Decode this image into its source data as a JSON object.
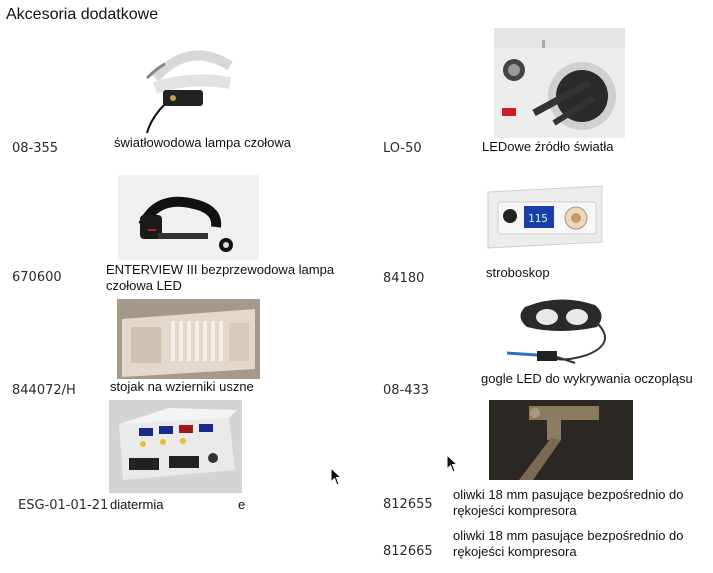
{
  "page": {
    "title": "Akcesoria dodatkowe"
  },
  "items": [
    {
      "code": "08-355",
      "desc": "światłowodowa lampa czołowa",
      "image_icon": "fiber-optic-headlamp"
    },
    {
      "code": "LO-50",
      "desc": "LEDowe źródło światła",
      "image_icon": "led-light-source"
    },
    {
      "code": "670600",
      "desc": "ENTERVIEW III  bezprzewodowa lampa czołowa LED",
      "image_icon": "wireless-led-headlamp"
    },
    {
      "code": "84180",
      "desc": "stroboskop",
      "image_icon": "stroboscope"
    },
    {
      "code": "844072/H",
      "desc": "stojak na wzierniki uszne",
      "image_icon": "speculum-stand"
    },
    {
      "code": "08-433",
      "desc": "gogle LED do wykrywania oczopląsu",
      "image_icon": "led-goggles"
    },
    {
      "code": "ESG-01-01-21",
      "desc": "diatermia",
      "image_icon": "diathermy-unit"
    },
    {
      "code": "812655",
      "desc": "oliwki 18 mm pasujące bezpośrednio do rękojeści kompresora",
      "image_icon": "olive-tips"
    },
    {
      "code": "812665",
      "desc": "oliwki 18 mm pasujące bezpośrednio do rękojeści kompresora"
    }
  ],
  "stray_text": {
    "partial_e": "e"
  }
}
